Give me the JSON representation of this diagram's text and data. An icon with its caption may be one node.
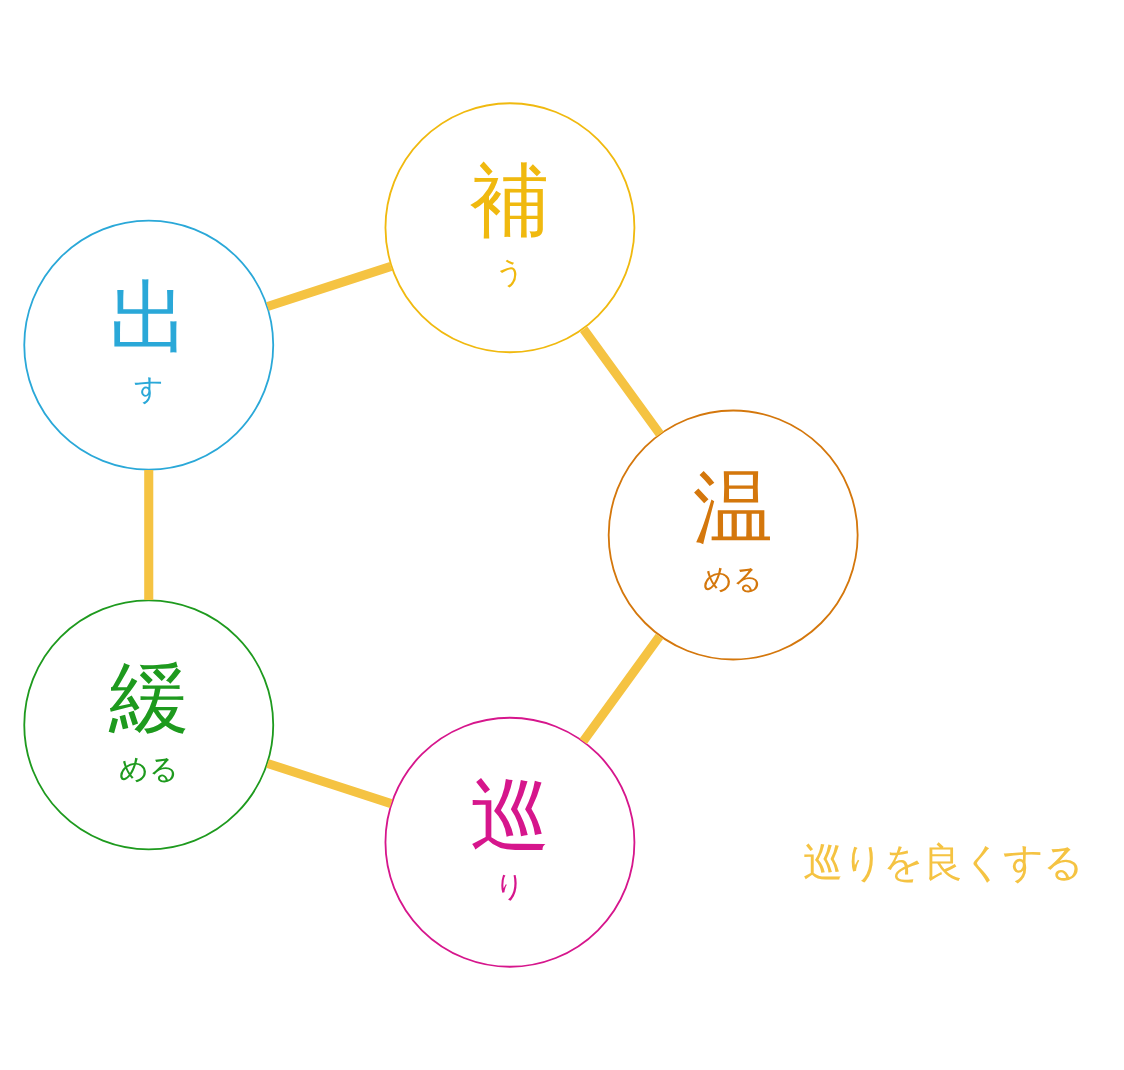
{
  "diagram": {
    "nodes": [
      {
        "text": [
          "巡",
          "り"
        ]
      },
      {
        "text": [
          "温",
          "める"
        ]
      },
      {
        "text": [
          "緩",
          "める"
        ]
      },
      {
        "text": [
          "補",
          "う"
        ]
      },
      {
        "text": [
          "出",
          "す"
        ]
      }
    ],
    "edges": [
      {
        "from": 0,
        "to": 2,
        "arrow": "none"
      },
      {
        "from": 2,
        "to": 4,
        "arrow": "none"
      },
      {
        "from": 4,
        "to": 3,
        "arrow": "none"
      },
      {
        "from": 3,
        "to": 1,
        "arrow": "none"
      },
      {
        "from": 1,
        "to": 0,
        "arrow": "none"
      }
    ],
    "labels": [
      "巡りを良くする"
    ]
  }
}
